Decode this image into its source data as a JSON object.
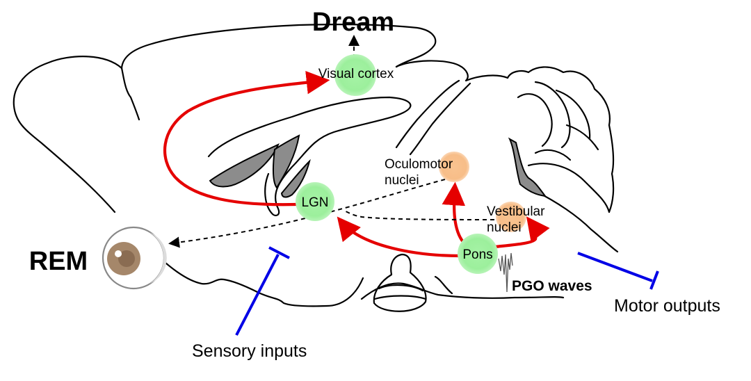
{
  "title": "REM sleep circuit: PGO waves and dreaming",
  "labels": {
    "dream": "Dream",
    "rem": "REM",
    "visual_cortex": "Visual cortex",
    "lgn": "LGN",
    "oculomotor_line1": "Oculomotor",
    "oculomotor_line2": "nuclei",
    "vestibular_line1": "Vestibular",
    "vestibular_line2": "nuclei",
    "pons": "Pons",
    "pgo_waves": "PGO waves",
    "sensory_inputs": "Sensory inputs",
    "motor_outputs": "Motor outputs"
  },
  "nodes": [
    {
      "id": "visual-cortex",
      "type": "target",
      "color": "#9ef09e"
    },
    {
      "id": "lgn",
      "type": "relay",
      "color": "#9ef09e"
    },
    {
      "id": "pons",
      "type": "source",
      "color": "#9ef09e"
    },
    {
      "id": "oculomotor-nuclei",
      "type": "motor",
      "color": "#f8c08c"
    },
    {
      "id": "vestibular-nuclei",
      "type": "motor",
      "color": "#f8c08c"
    }
  ],
  "connections": [
    {
      "from": "pons",
      "to": "lgn",
      "style": "red-arrow"
    },
    {
      "from": "lgn",
      "to": "visual-cortex",
      "style": "red-arrow"
    },
    {
      "from": "pons",
      "to": "oculomotor-nuclei",
      "style": "red-arrow"
    },
    {
      "from": "pons",
      "to": "vestibular-nuclei",
      "style": "red-arrow"
    },
    {
      "from": "oculomotor-nuclei",
      "to": "eye",
      "style": "dashed-arrow"
    },
    {
      "from": "vestibular-nuclei",
      "to": "eye",
      "style": "dashed-arrow"
    },
    {
      "from": "visual-cortex",
      "to": "dream",
      "style": "dashed-arrow"
    },
    {
      "from": "sensory-inputs",
      "to": "brain",
      "style": "blocked-blue"
    },
    {
      "from": "brain",
      "to": "motor-outputs",
      "style": "blocked-blue"
    }
  ],
  "colors": {
    "excitatory": "#e50000",
    "inhibition": "#0000e6",
    "ventricle": "#8c8c8c",
    "node_green": "#9ef09e",
    "node_orange": "#f8c08c",
    "eye_iris": "#9c7c5c"
  }
}
